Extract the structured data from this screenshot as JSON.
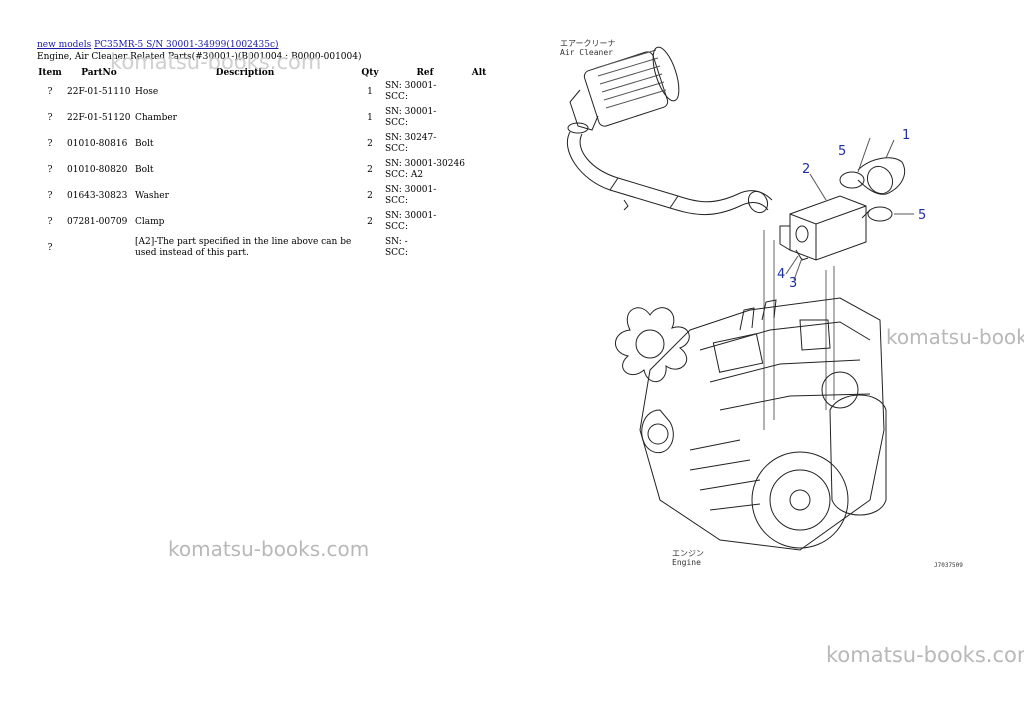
{
  "breadcrumb": {
    "models_link": "new models",
    "model_link": "PC35MR-5 S/N 30001-34999(1002435c)"
  },
  "subtitle": "Engine, Air Cleaner Related Parts(#30001-)(B001004 : B0000-001004)",
  "table": {
    "headers": [
      "Item",
      "PartNo",
      "Description",
      "Qty",
      "Ref",
      "Alt"
    ],
    "rows": [
      {
        "item": "?",
        "part": "22F-01-51110",
        "desc": "Hose",
        "qty": "1",
        "ref1": "SN: 30001-",
        "ref2": "SCC:"
      },
      {
        "item": "?",
        "part": "22F-01-51120",
        "desc": "Chamber",
        "qty": "1",
        "ref1": "SN: 30001-",
        "ref2": "SCC:"
      },
      {
        "item": "?",
        "part": "01010-80816",
        "desc": "Bolt",
        "qty": "2",
        "ref1": "SN: 30247-",
        "ref2": "SCC:"
      },
      {
        "item": "?",
        "part": "01010-80820",
        "desc": "Bolt",
        "qty": "2",
        "ref1": "SN: 30001-30246",
        "ref2": "SCC: A2"
      },
      {
        "item": "?",
        "part": "01643-30823",
        "desc": "Washer",
        "qty": "2",
        "ref1": "SN: 30001-",
        "ref2": "SCC:"
      },
      {
        "item": "?",
        "part": "07281-00709",
        "desc": "Clamp",
        "qty": "2",
        "ref1": "SN: 30001-",
        "ref2": "SCC:"
      },
      {
        "item": "?",
        "part": "",
        "desc": "[A2]-The part specified in the line above can be used instead of this part.",
        "qty": "",
        "ref1": "SN: -",
        "ref2": "SCC:"
      }
    ]
  },
  "diagram": {
    "caption_air_jp": "エアークリーナ",
    "caption_air_en": "Air Cleaner",
    "caption_engine_jp": "エンジン",
    "caption_engine_en": "Engine",
    "figure_code": "J7037509",
    "callouts": [
      "1",
      "2",
      "5",
      "5",
      "4",
      "3"
    ]
  },
  "watermarks": [
    "komatsu-books.com",
    "komatsu-books.com",
    "komatsu-books.com",
    "komatsu-books.com"
  ],
  "colors": {
    "link": "#1a1aa6",
    "callout": "#1f2fa8",
    "watermark": "#b8b8b8"
  }
}
